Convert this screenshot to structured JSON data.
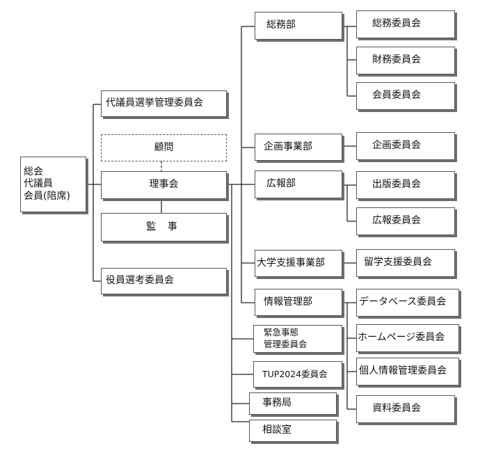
{
  "general_assembly": {
    "line1": "総会",
    "line2": "代議員",
    "line3": "会員(陪席)"
  },
  "nodes": {
    "election_committee": "代議員選挙管理委員会",
    "advisor": "顧問",
    "board": "理事会",
    "auditor": "監 事",
    "officer_selection": "役員選考委員会",
    "general_affairs": "総務部",
    "planning": "企画事業部",
    "public_relations": "広報部",
    "university_support": "大学支援事業部",
    "information_management": "情報管理部",
    "emergency": {
      "line1": "緊急事態",
      "line2": "管理委員会"
    },
    "tup2024": "TUP2024委員会",
    "secretariat": "事務局",
    "consultation": "相談室"
  },
  "committees": {
    "general_affairs": [
      "総務委員会",
      "財務委員会",
      "会員委員会"
    ],
    "planning": [
      "企画委員会"
    ],
    "public_relations": [
      "出版委員会",
      "広報委員会"
    ],
    "university_support": [
      "留学支援委員会"
    ],
    "information_management": [
      "データベース委員会",
      "ホームページ委員会",
      "個人情報管理委員会",
      "資料委員会"
    ]
  }
}
